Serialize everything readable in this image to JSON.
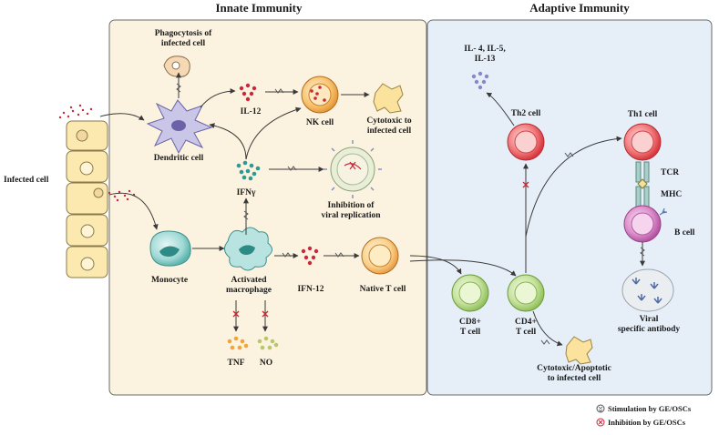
{
  "headers": {
    "innate": "Innate Immunity",
    "adaptive": "Adaptive Immunity"
  },
  "labels": {
    "infected_cell": "Infected cell",
    "phagocytosis_1": "Phagocytosis of",
    "phagocytosis_2": "infected cell",
    "dendritic_cell": "Dendritic cell",
    "il12_top": "IL-12",
    "nk_cell": "NK cell",
    "cytotoxic_1": "Cytotoxic to",
    "cytotoxic_2": "infected cell",
    "ifn_gamma": "IFNγ",
    "inhibition_1": "Inhibition of",
    "inhibition_2": "viral replication",
    "monocyte": "Monocyte",
    "activated_1": "Activated",
    "activated_2": "macrophage",
    "ifn12": "IFN-12",
    "native_t": "Native T cell",
    "tnf": "TNF",
    "no": "NO",
    "il4_1": "IL- 4, IL-5,",
    "il4_2": "IL-13",
    "th2": "Th2 cell",
    "th1": "Th1 cell",
    "tcr": "TCR",
    "mhc": "MHC",
    "b_cell": "B cell",
    "cd8_1": "CD8+",
    "cd8_2": "T cell",
    "cd4_1": "CD4+",
    "cd4_2": "T cell",
    "viral_1": "Viral",
    "viral_2": "specific antibody",
    "apop_1": "Cytotoxic/Apoptotic",
    "apop_2": "to infected cell"
  },
  "legend": {
    "stimulation": "Stimulation by GE/OSCs",
    "inhibition": "Inhibition by GE/OSCs"
  },
  "colors": {
    "innate_panel": "#fbf3df",
    "adaptive_panel": "#e6eff8",
    "cell_yellow": "#fbe9b0",
    "red_dots": "#c8283a",
    "teal": "#2d9a95",
    "nk_orange": "#f5b25a",
    "th_red": "#ee5a5e",
    "b_pink": "#cf6fb8",
    "green": "#b7d889",
    "arrow": "#3a3a3a"
  }
}
